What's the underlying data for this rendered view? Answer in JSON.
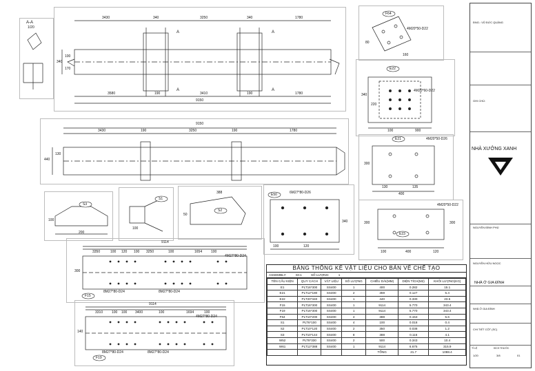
{
  "section_aa": {
    "title": "A-A",
    "scale": "1/20"
  },
  "top_view": {
    "dims_top": [
      "3430",
      "340",
      "3250",
      "340",
      "1780"
    ],
    "dims_bottom": [
      "3580",
      "190",
      "3410",
      "190",
      "1780"
    ],
    "total": "9150",
    "side_dims": [
      "340",
      "100",
      "170"
    ],
    "section_marks": [
      "A",
      "A",
      "A",
      "A"
    ]
  },
  "side_view": {
    "total": "9150",
    "dims_top": [
      "3430",
      "190",
      "3250",
      "190",
      "1780"
    ],
    "side_dims": [
      "440",
      "130"
    ]
  },
  "detail_f64": {
    "tag": "F64",
    "bolt": "4M20*50-D22",
    "dims": [
      "80",
      "160"
    ]
  },
  "detail_e22": {
    "tag": "E22",
    "bolt": "4M20*60-D22",
    "dims": [
      "220",
      "340",
      "900",
      "100"
    ]
  },
  "detail_e21": {
    "tag": "E21",
    "bolt": "4M20*50-D26",
    "dims": [
      "400",
      "300",
      "130",
      "135"
    ]
  },
  "detail_e23": {
    "tag": "E23",
    "bolt": "4M20*50-D22",
    "dims": [
      "300",
      "400",
      "300",
      "100",
      "120"
    ]
  },
  "detail_s3": {
    "tag": "S3",
    "dims": [
      "100",
      "200"
    ]
  },
  "detail_s1": {
    "tag": "S1",
    "dims": [
      "100"
    ]
  },
  "detail_s2": {
    "tag": "S2",
    "dims": [
      "388",
      "50"
    ]
  },
  "detail_e50": {
    "tag": "E50",
    "bolt": "6M27*80-D26",
    "dims": [
      "340",
      "100",
      "120"
    ]
  },
  "plate_f15": {
    "tag": "F15",
    "total": "9114",
    "dims_top": [
      "3350",
      "100",
      "120",
      "100",
      "3250",
      "100",
      "1654",
      "100"
    ],
    "labels": [
      "8M27*80-D24",
      "8M27*80-D24",
      "4M27*80-D24"
    ],
    "side": "300"
  },
  "plate_f19": {
    "tag": "F19",
    "total": "9114",
    "dims_top": [
      "3310",
      "100",
      "100",
      "3400",
      "100",
      "1694",
      "100"
    ],
    "labels": [
      "8M27*80-D24",
      "8M27*80-D24",
      "4M27*80-D24"
    ],
    "side": "140"
  },
  "table": {
    "title": "BẢNG THỐNG KÊ VẬT LIỆU CHO BẢN VẼ CHẾ TẠO",
    "assembly_label": "ASSEMBLY:",
    "assembly_value": "SC1",
    "qty_label": "SỐ LƯỢNG:",
    "qty_value": "1",
    "headers": [
      "TÊN CẤU KIỆN",
      "QUY CÁCH",
      "VẬT LIỆU",
      "SỐ LƯỢNG",
      "CHIỀU DÀI(MM)",
      "DIỆN TÍCH(M2)",
      "KHỐI LƯỢNG(KG)"
    ],
    "rows": [
      [
        "E1",
        "PLT16*300",
        "SS400",
        "1",
        "400",
        "0.282",
        "15.1"
      ],
      [
        "E21",
        "PLT12*180",
        "SS400",
        "2",
        "359",
        "0.127",
        "5.4"
      ],
      [
        "E22",
        "PLT20*340",
        "SS400",
        "1",
        "440",
        "0.330",
        "23.5"
      ],
      [
        "F15",
        "PLT16*300",
        "SS400",
        "1",
        "9114",
        "5.770",
        "343.4"
      ],
      [
        "F19",
        "PLT16*300",
        "SS400",
        "1",
        "9114",
        "5.770",
        "343.4"
      ],
      [
        "F64",
        "PLT10*200",
        "SS400",
        "4",
        "388",
        "0.153",
        "5.6"
      ],
      [
        "S1",
        "PLT6*100",
        "SS400",
        "4",
        "100",
        "0.018",
        "0.4"
      ],
      [
        "S2",
        "PLT10*120",
        "SS400",
        "2",
        "350",
        "0.038",
        "1.2"
      ],
      [
        "S3",
        "PLT10*144",
        "SS400",
        "8",
        "388",
        "0.116",
        "4.1"
      ],
      [
        "W52",
        "PLT8*330",
        "SS400",
        "2",
        "500",
        "0.343",
        "10.4"
      ],
      [
        "W61",
        "PLT12*388",
        "SS400",
        "1",
        "9114",
        "6.675",
        "315.9"
      ]
    ],
    "total_label": "TỔNG",
    "total_area": "21.7",
    "total_weight": "1088.4"
  },
  "title_block": {
    "designer": "ĐNG.: VŨ ĐỨC QUẢNG",
    "note": "GHI CHÚ:",
    "company": "NHÀ XƯỞNG XANH",
    "person1": "NGUYỄN ĐÌNH PHÚ",
    "person2": "NGUYỄN HỮU NGỌC",
    "project": "NHÀ Ở GIA ĐÌNH",
    "project2": "NHÀ Ở GIA ĐÌNH",
    "drawing": "CHI TIẾT CỘT (SC)",
    "scale_label": "TỈ LỆ",
    "scale_value": "1/20",
    "sheet_label": "KÍCH THƯỚC",
    "sheet_value": "3/8",
    "index": "01"
  }
}
